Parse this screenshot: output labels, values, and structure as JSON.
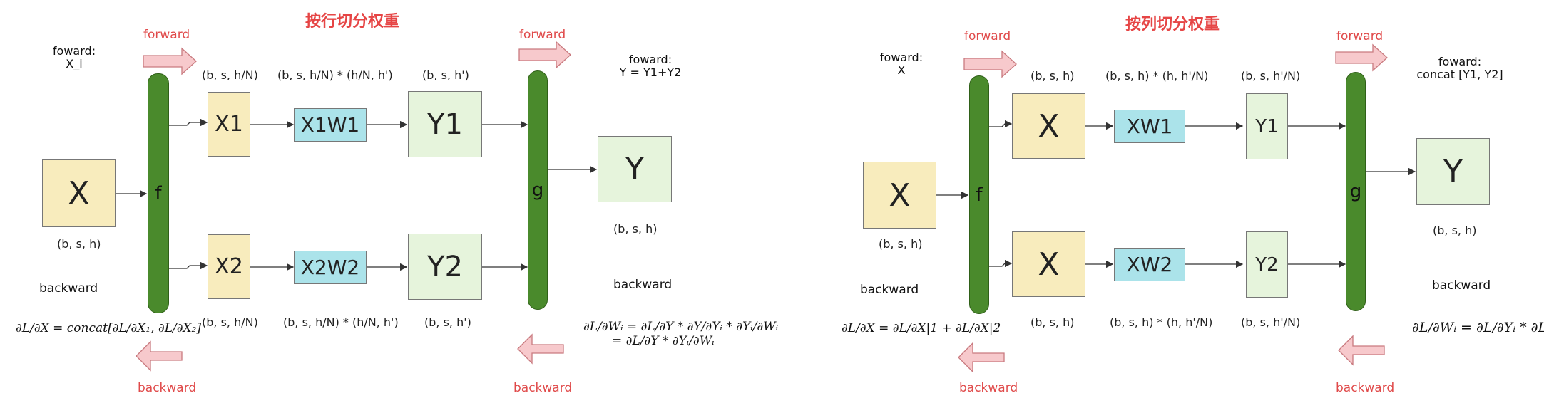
{
  "left": {
    "title": "按行切分权重",
    "forward_label_top1": "forward",
    "forward_label_top2": "forward",
    "backward_label_bottom1": "backward",
    "backward_label_bottom2": "backward",
    "foward_note_1": "foward:",
    "foward_note_1b": "X_i",
    "foward_note_2": "foward:",
    "foward_note_2b": "Y = Y1+Y2",
    "x_box": "X",
    "x_shape": "(b, s, h)",
    "f_bar": "f",
    "g_bar": "g",
    "x1_box": "X1",
    "x2_box": "X2",
    "x1w1_box": "X1W1",
    "x2w2_box": "X2W2",
    "y1_box": "Y1",
    "y2_box": "Y2",
    "y_box": "Y",
    "shape_x1": "(b, s, h/N)",
    "shape_x1w1": "(b, s, h/N) * (h/N, h')",
    "shape_y1": "(b, s, h')",
    "shape_x2": "(b, s, h/N)",
    "shape_x2w2": "(b, s, h/N) * (h/N, h')",
    "shape_y2": "(b, s, h')",
    "shape_y": "(b, s, h)",
    "backward_left": "backward",
    "backward_right": "backward",
    "formula_left": "∂L/∂X = concat[∂L/∂X₁, ∂L/∂X₂]",
    "formula_right_1": "∂L/∂Wᵢ = ∂L/∂Y * ∂Y/∂Yᵢ * ∂Yᵢ/∂Wᵢ",
    "formula_right_2": "= ∂L/∂Y * ∂Yᵢ/∂Wᵢ"
  },
  "right": {
    "title": "按列切分权重",
    "forward_label_top1": "forward",
    "forward_label_top2": "forward",
    "backward_label_bottom1": "backward",
    "backward_label_bottom2": "backward",
    "foward_note_1": "foward:",
    "foward_note_1b": "X",
    "foward_note_2": "foward:",
    "foward_note_2b": "concat [Y1, Y2]",
    "x_box": "X",
    "x_shape": "(b, s, h)",
    "f_bar": "f",
    "g_bar": "g",
    "x_top_box": "X",
    "x_bot_box": "X",
    "xw1_box": "XW1",
    "xw2_box": "XW2",
    "y1_box": "Y1",
    "y2_box": "Y2",
    "y_box": "Y",
    "shape_xtop": "(b, s, h)",
    "shape_xw1": "(b, s, h) * (h, h'/N)",
    "shape_y1": "(b, s,  h'/N)",
    "shape_xbot": "(b, s, h)",
    "shape_xw2": "(b, s, h) * (h, h'/N)",
    "shape_y2": "(b, s,  h'/N)",
    "shape_y": "(b, s, h)",
    "backward_left": "backward",
    "backward_right": "backward",
    "formula_left": "∂L/∂X = ∂L/∂X|1 + ∂L/∂X|2",
    "formula_right": "∂L/∂Wᵢ = ∂L/∂Yᵢ * ∂L/∂Wᵢ"
  },
  "colors": {
    "bar_green": "#4a8a2c",
    "box_yellow": "#f8ecbd",
    "box_blue": "#abe3ea",
    "box_green": "#e6f4dc",
    "arrow_pink": "#f7c9cc",
    "title_red": "#e64545"
  }
}
